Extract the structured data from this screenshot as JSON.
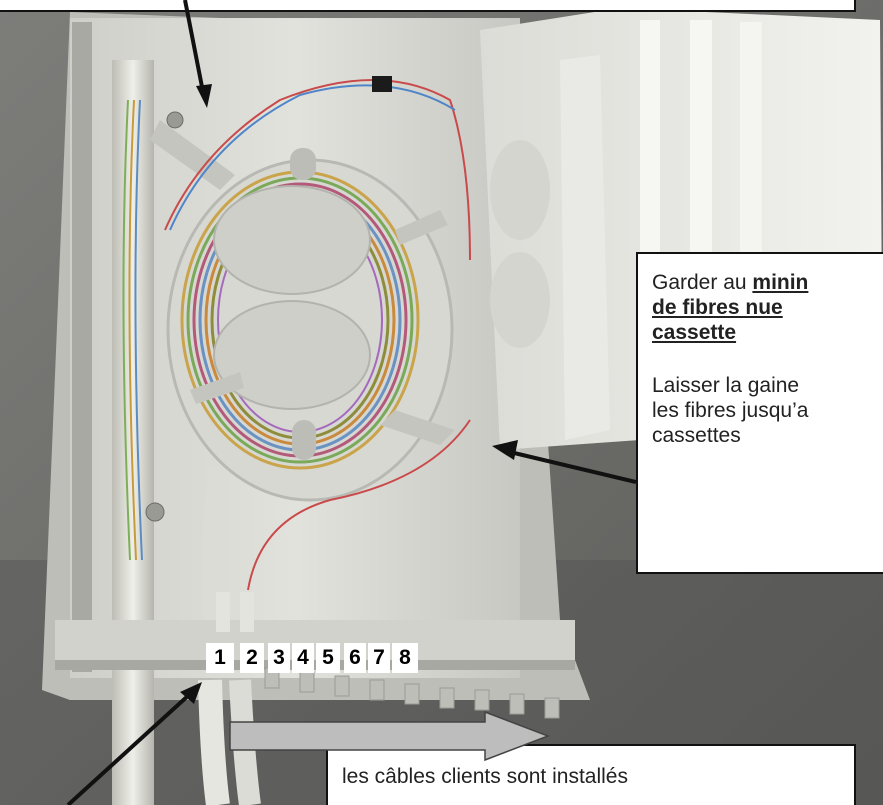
{
  "callouts": {
    "right": {
      "line1a": "Garder au ",
      "line1b": "minin",
      "line2": "de    fibres    nue",
      "line3": "cassette",
      "line4": "Laisser  la  gaine",
      "line5": "les fibres jusqu’a",
      "line6": "cassettes"
    },
    "bottom": {
      "text": "les câbles clients sont installés"
    }
  },
  "ports": [
    "1",
    "2",
    "3",
    "4",
    "5",
    "6",
    "7",
    "8"
  ],
  "colors": {
    "wall": "#6f6f6f",
    "enclosure": "#d9d9d4",
    "arrow": "#111111",
    "grey_arrow": "#bdbdbd"
  }
}
